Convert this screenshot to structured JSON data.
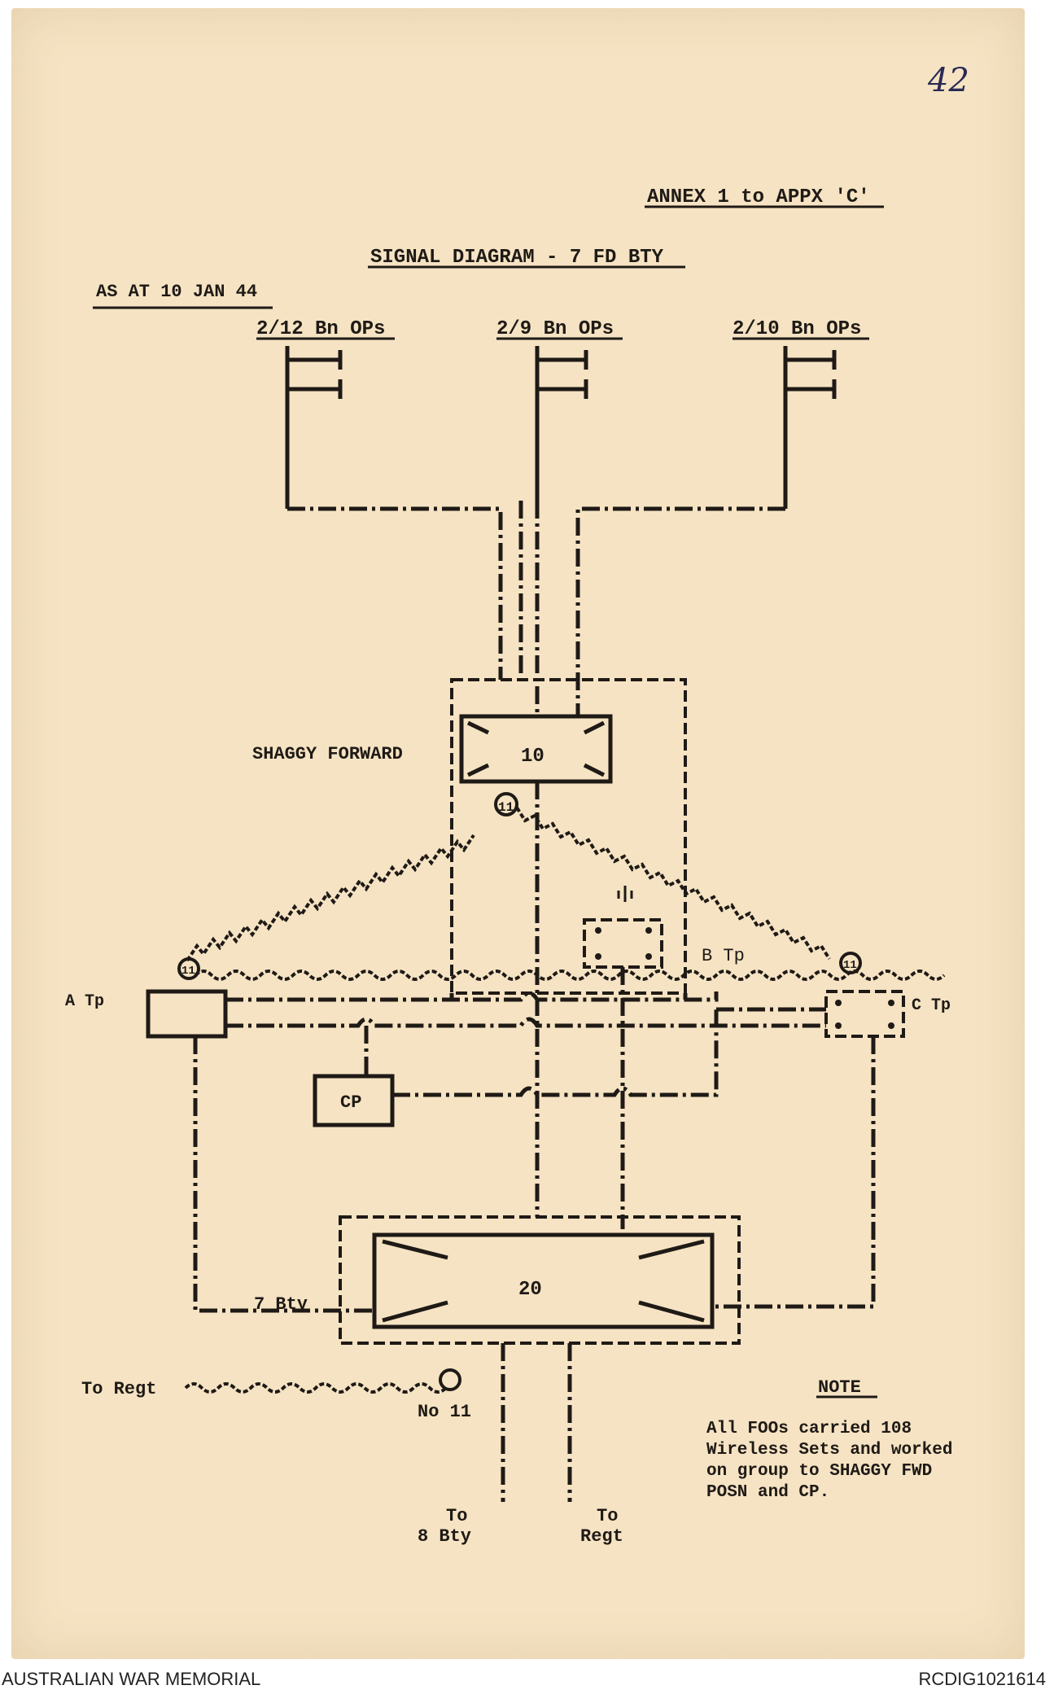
{
  "page_number": "42",
  "annex_ref": "ANNEX 1 to APPX 'C'",
  "title": "SIGNAL DIAGRAM - 7 FD BTY",
  "date_line": "AS AT 10 JAN 44",
  "ops": [
    "2/12 Bn OPs",
    "2/9 Bn OPs",
    "2/10 Bn OPs"
  ],
  "shaggy_forward": "SHAGGY FORWARD",
  "station_10": "10",
  "station_11": "11",
  "troops": {
    "a": "A Tp",
    "b": "B Tp",
    "c": "C Tp"
  },
  "cp": "CP",
  "station_20": "20",
  "bty7": "7 Bty",
  "to_regt_left": "To Regt",
  "no11": "No 11",
  "to_8bty": [
    "To",
    "8 Bty"
  ],
  "to_regt_bottom": [
    "To",
    "Regt"
  ],
  "note_heading": "NOTE",
  "note_lines": [
    "All FOOs carried 108",
    "Wireless Sets and worked",
    "on group to SHAGGY FWD",
    "POSN and CP."
  ],
  "footer_left": "AUSTRALIAN WAR MEMORIAL",
  "footer_right": "RCDIG1021614"
}
